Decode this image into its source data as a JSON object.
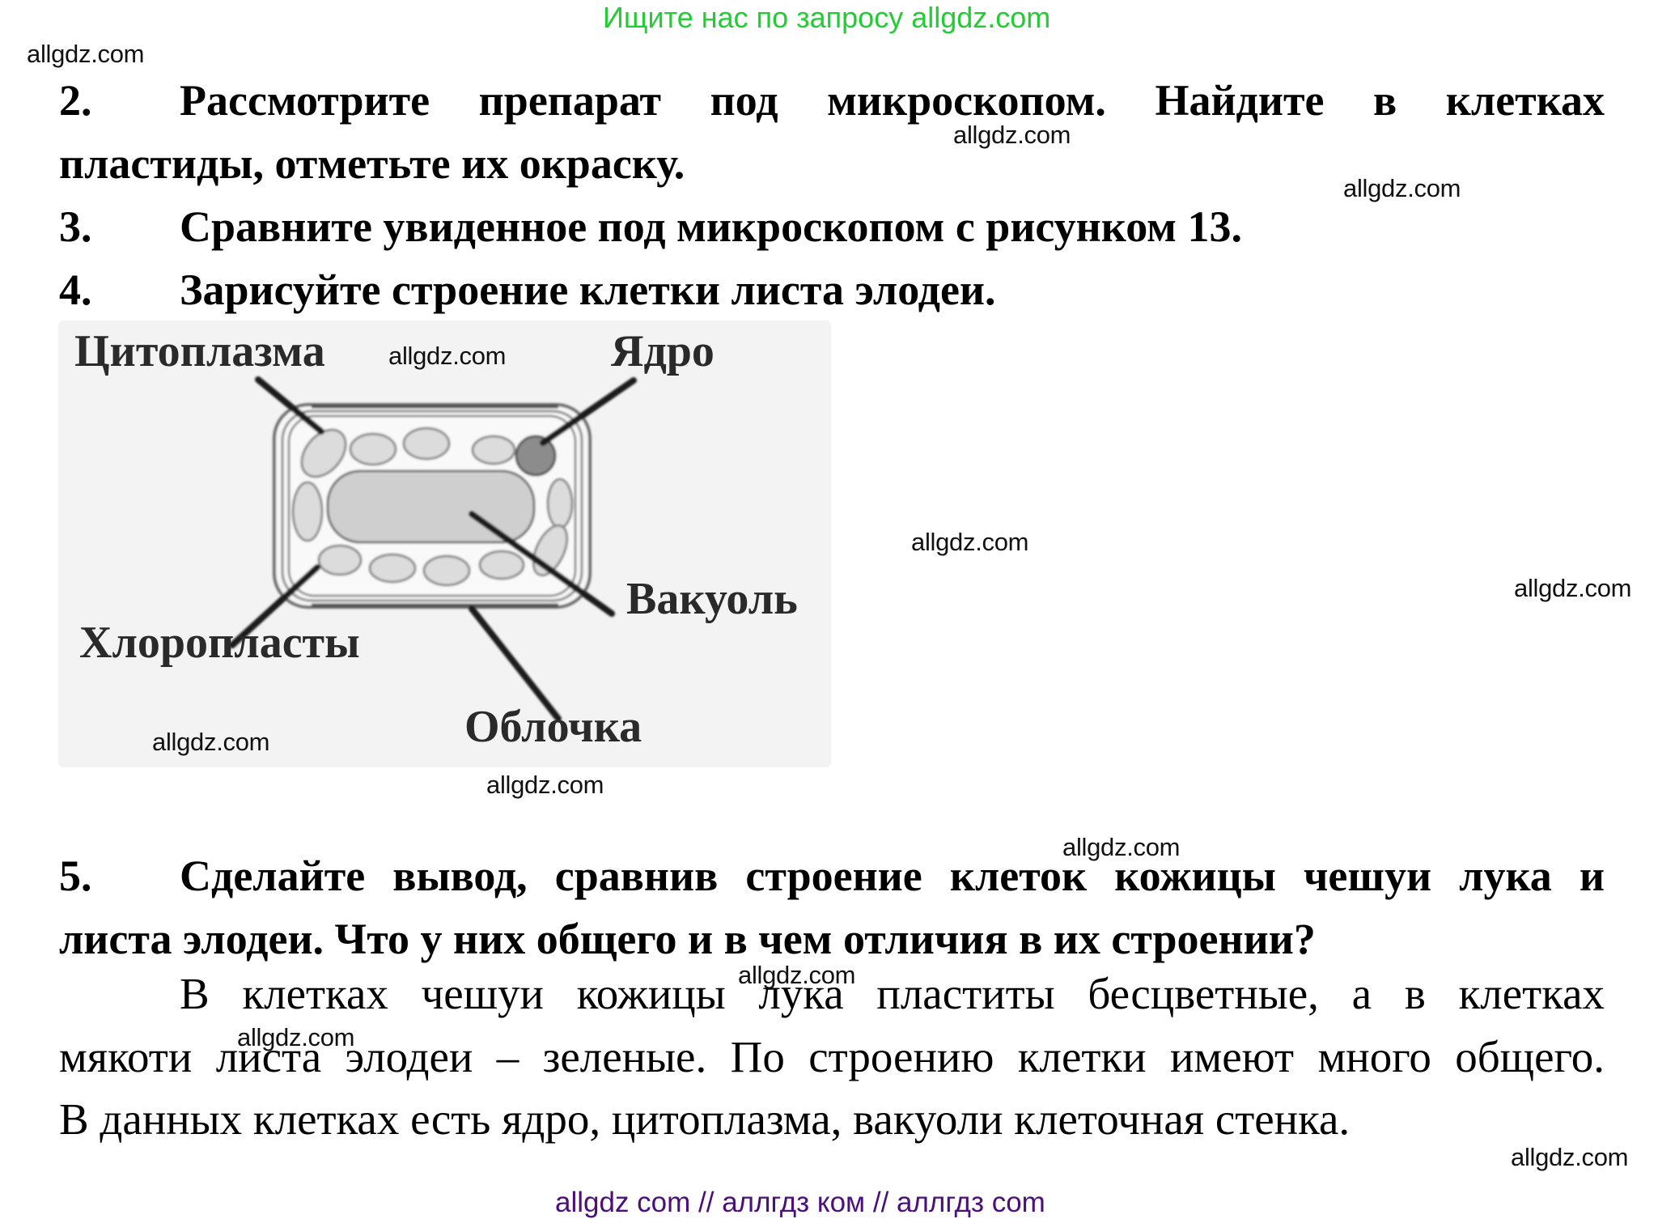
{
  "header": {
    "banner": "Ищите нас по запросу allgdz.com",
    "banner_color": "#22cc33"
  },
  "questions": [
    {
      "number": "2.",
      "lines": [
        "Рассмотрите препарат под микроскопом. Найдите в клетках",
        "пластиды, отметьте их окраску."
      ]
    },
    {
      "number": "3.",
      "lines": [
        "Сравните увиденное под микроскопом с рисунком 13."
      ]
    },
    {
      "number": "4.",
      "lines": [
        "Зарисуйте строение клетки листа элодеи."
      ]
    },
    {
      "number": "5.",
      "lines": [
        "Сделайте вывод, сравнив строение клеток кожицы чешуи лука и",
        "листа элодеи. Что у них общего и в чем отличия в их строении?"
      ]
    }
  ],
  "figure": {
    "labels": {
      "cytoplasm": "Цитоплазма",
      "nucleus": "Ядро",
      "vacuole": "Вакуоль",
      "chloroplasts": "Хлоропласты",
      "wall": "Облочка"
    }
  },
  "answer": {
    "lines": [
      "В клетках чешуи кожицы лука пластиты бесцветные, а в клетках",
      "мякоти листа элодеи – зеленые. По строению клетки имеют много общего.",
      "В данных клетках есть ядро, цитоплазма, вакуоли  клеточная стенка."
    ]
  },
  "watermarks": [
    "allgdz.com",
    "allgdz.com",
    "allgdz.com",
    "allgdz.com",
    "allgdz.com",
    "allgdz.com",
    "allgdz.com",
    "allgdz.com",
    "allgdz.com",
    "allgdz.com",
    "allgdz.com",
    "allgdz.com"
  ],
  "footer": {
    "text": "allgdz com  //  аллгдз ком  //  аллгдз com",
    "color": "#4b0f7a"
  }
}
